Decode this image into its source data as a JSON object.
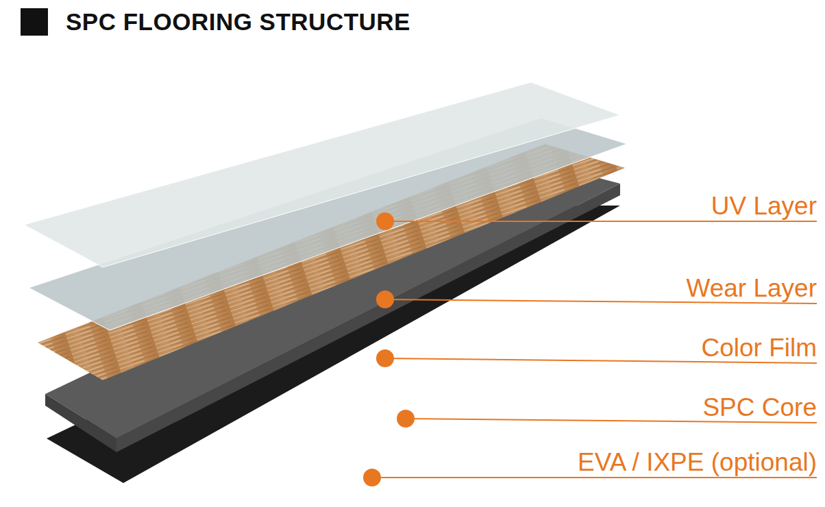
{
  "diagram": {
    "title": "SPC FLOORING STRUCTURE",
    "labels": [
      "UV Layer",
      "Wear Layer",
      "Color Film",
      "SPC Core",
      "EVA / IXPE (optional)"
    ]
  }
}
